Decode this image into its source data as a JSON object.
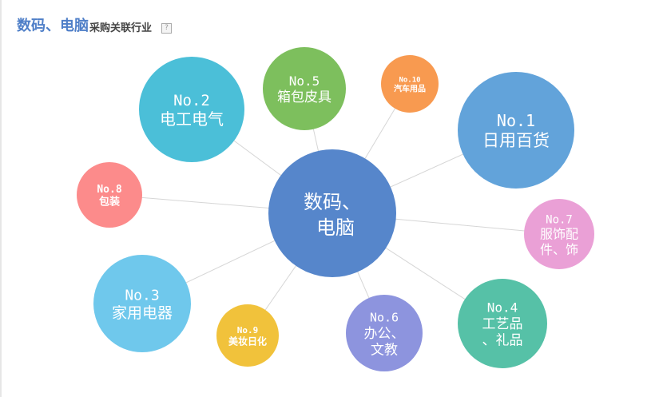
{
  "header": {
    "title": "数码、电脑",
    "subtitle": "采购关联行业",
    "help_icon": "?"
  },
  "center": {
    "lines": [
      "数码、",
      "电脑"
    ],
    "color": "#5686cb"
  },
  "nodes": [
    {
      "rank": "No.1",
      "lines": [
        "日用百货"
      ],
      "color": "#62a3da"
    },
    {
      "rank": "No.2",
      "lines": [
        "电工电气"
      ],
      "color": "#4bbfd8"
    },
    {
      "rank": "No.3",
      "lines": [
        "家用电器"
      ],
      "color": "#6fc8ec"
    },
    {
      "rank": "No.4",
      "lines": [
        "工艺品",
        "、礼品"
      ],
      "color": "#56c1a7"
    },
    {
      "rank": "No.5",
      "lines": [
        "箱包皮具"
      ],
      "color": "#7dbf5d"
    },
    {
      "rank": "No.6",
      "lines": [
        "办公、",
        "文教"
      ],
      "color": "#8d94de"
    },
    {
      "rank": "No.7",
      "lines": [
        "服饰配",
        "件、饰"
      ],
      "color": "#eaa0d6"
    },
    {
      "rank": "No.8",
      "lines": [
        "包装"
      ],
      "color": "#fc8b8b"
    },
    {
      "rank": "No.9",
      "lines": [
        "美妆日化"
      ],
      "color": "#f1c23b"
    },
    {
      "rank": "No.10",
      "lines": [
        "汽车用品"
      ],
      "color": "#f89a50"
    }
  ]
}
